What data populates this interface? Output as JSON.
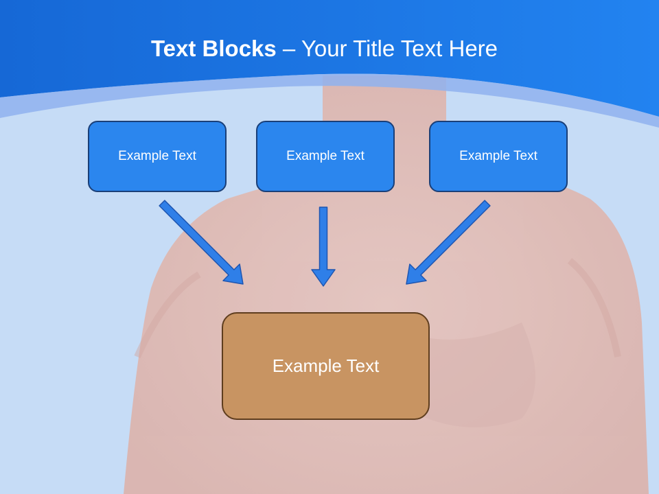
{
  "title": {
    "bold": "Text Blocks",
    "separator": " – ",
    "rest": "Your Title Text Here"
  },
  "nodes": [
    {
      "label": "Example Text"
    },
    {
      "label": "Example Text"
    },
    {
      "label": "Example Text"
    }
  ],
  "target": {
    "label": "Example Text"
  },
  "colors": {
    "header": "#1b74e6",
    "background": "#c6dcf6",
    "box_blue": "#2b86ee",
    "box_blue_border": "#1a3f78",
    "box_brown": "#c89462",
    "box_brown_border": "#5e3d1e",
    "arrow": "#2f7fe8",
    "arrow_border": "#1e55b0",
    "figure": "#e2b9b1"
  }
}
